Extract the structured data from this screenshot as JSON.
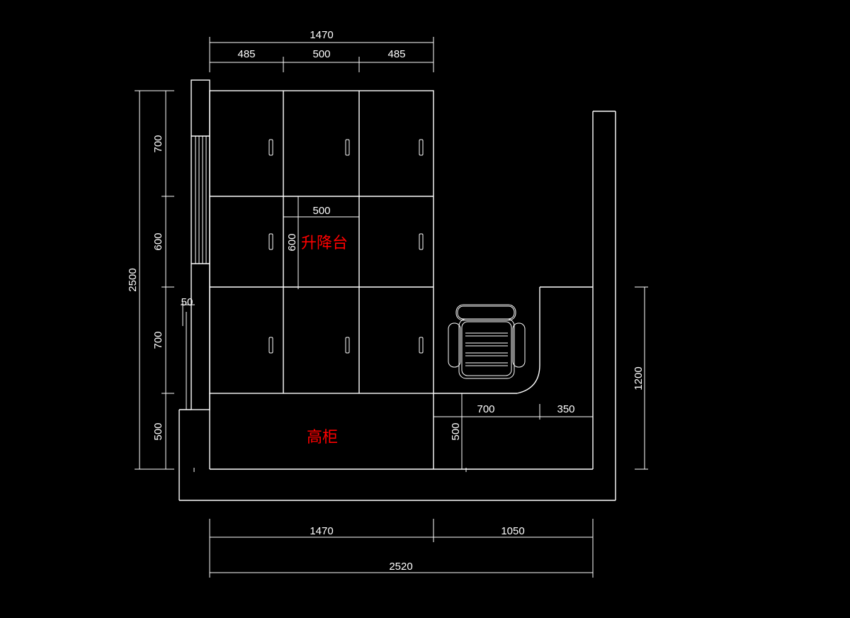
{
  "colors": {
    "background": "#000000",
    "line": "#ffffff",
    "label": "#ff0000"
  },
  "labels": {
    "lift_platform": "升降台",
    "tall_cabinet": "高柜"
  },
  "dimensions": {
    "top_total": "1470",
    "top_left": "485",
    "top_mid": "500",
    "top_right": "485",
    "left_total": "2500",
    "left_row1": "700",
    "left_row2": "600",
    "left_row3": "700",
    "left_row4": "500",
    "left_gap": "50",
    "inner_width": "500",
    "inner_height": "600",
    "desk_700": "700",
    "desk_350": "350",
    "desk_500": "500",
    "right_1200": "1200",
    "bottom_left": "1470",
    "bottom_right": "1050",
    "bottom_total": "2520"
  }
}
